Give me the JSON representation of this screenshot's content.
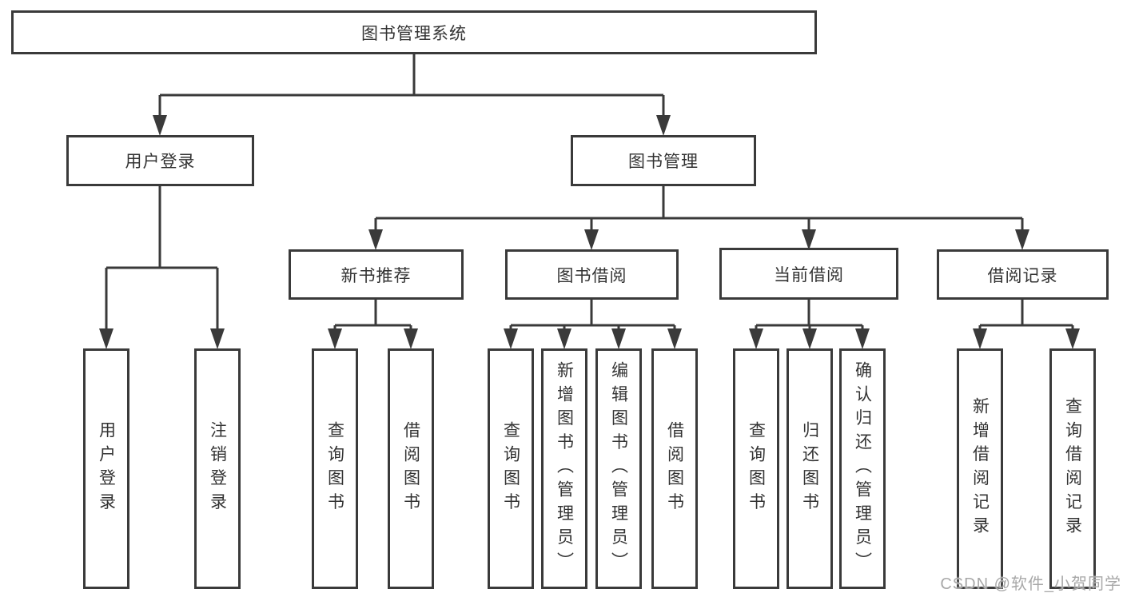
{
  "colors": {
    "line": "#3a3a3a",
    "text": "#333333",
    "watermark": "#a8a8a8",
    "background": "#ffffff"
  },
  "tree": {
    "root": {
      "label": "图书管理系统"
    },
    "children": [
      {
        "label": "用户登录",
        "children": [
          {
            "label": "用户登录"
          },
          {
            "label": "注销登录"
          }
        ]
      },
      {
        "label": "图书管理",
        "children": [
          {
            "label": "新书推荐",
            "children": [
              {
                "label": "查询图书"
              },
              {
                "label": "借阅图书"
              }
            ]
          },
          {
            "label": "图书借阅",
            "children": [
              {
                "label": "查询图书"
              },
              {
                "label": "新增图书（管理员）"
              },
              {
                "label": "编辑图书（管理员）"
              },
              {
                "label": "借阅图书"
              }
            ]
          },
          {
            "label": "当前借阅",
            "children": [
              {
                "label": "查询图书"
              },
              {
                "label": "归还图书"
              },
              {
                "label": "确认归还（管理员）"
              }
            ]
          },
          {
            "label": "借阅记录",
            "children": [
              {
                "label": "新增借阅记录"
              },
              {
                "label": "查询借阅记录"
              }
            ]
          }
        ]
      }
    ]
  },
  "watermark": {
    "text": "CSDN @软件_小贺同学"
  }
}
